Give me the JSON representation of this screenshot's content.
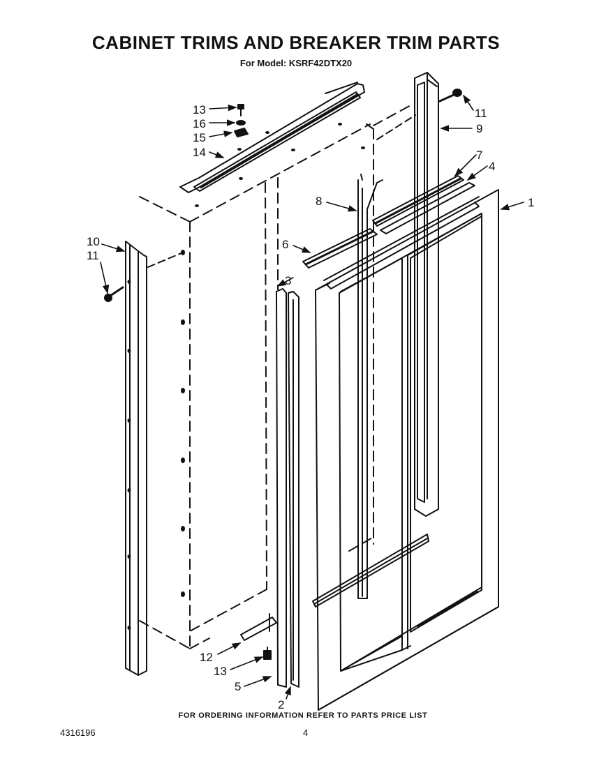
{
  "header": {
    "title": "CABINET TRIMS AND BREAKER TRIM PARTS",
    "model_line": "For Model: KSRF42DTX20"
  },
  "callouts": {
    "c1": "1",
    "c2": "2",
    "c3": "3",
    "c4": "4",
    "c5": "5",
    "c6": "6",
    "c7": "7",
    "c8": "8",
    "c9": "9",
    "c10": "10",
    "c11a": "11",
    "c11b": "11",
    "c12": "12",
    "c13a": "13",
    "c13b": "13",
    "c14": "14",
    "c15": "15",
    "c16": "16"
  },
  "footer": {
    "note": "FOR ORDERING INFORMATION REFER TO PARTS PRICE LIST",
    "doc_number": "4316196",
    "page_number": "4"
  }
}
